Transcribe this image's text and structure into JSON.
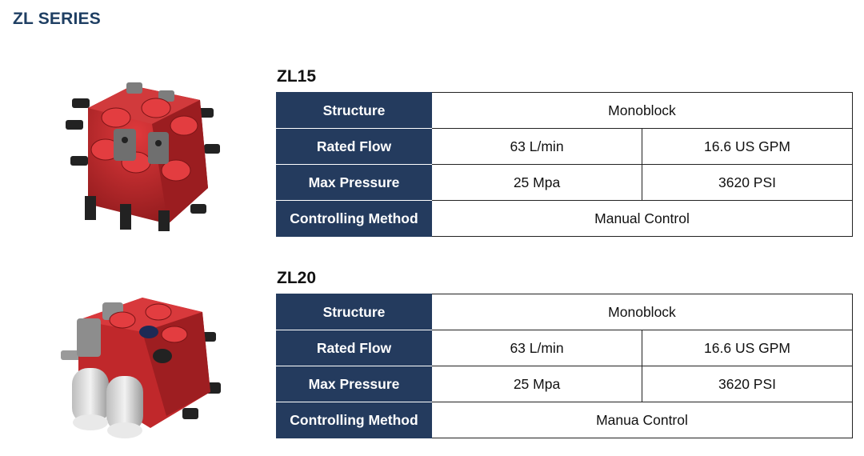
{
  "series_title": "ZL SERIES",
  "models": [
    {
      "name": "ZL15",
      "image_icon": "red-monoblock-valve-icon",
      "rows": [
        {
          "label": "Structure",
          "value": "Monoblock"
        },
        {
          "label": "Rated Flow",
          "metric": "63 L/min",
          "imperial": "16.6 US GPM"
        },
        {
          "label": "Max Pressure",
          "metric": "25 Mpa",
          "imperial": "3620 PSI"
        },
        {
          "label": "Controlling Method",
          "value": "Manual Control"
        }
      ]
    },
    {
      "name": "ZL20",
      "image_icon": "red-valve-with-silver-caps-icon",
      "rows": [
        {
          "label": "Structure",
          "value": "Monoblock"
        },
        {
          "label": "Rated Flow",
          "metric": "63 L/min",
          "imperial": "16.6 US GPM"
        },
        {
          "label": "Max Pressure",
          "metric": "25 Mpa",
          "imperial": "3620 PSI"
        },
        {
          "label": "Controlling Method",
          "value": "Manua Control"
        }
      ]
    }
  ],
  "colors": {
    "title": "#1f3f63",
    "label_bg": "#243b5e",
    "valve_red": "#c0282b"
  }
}
